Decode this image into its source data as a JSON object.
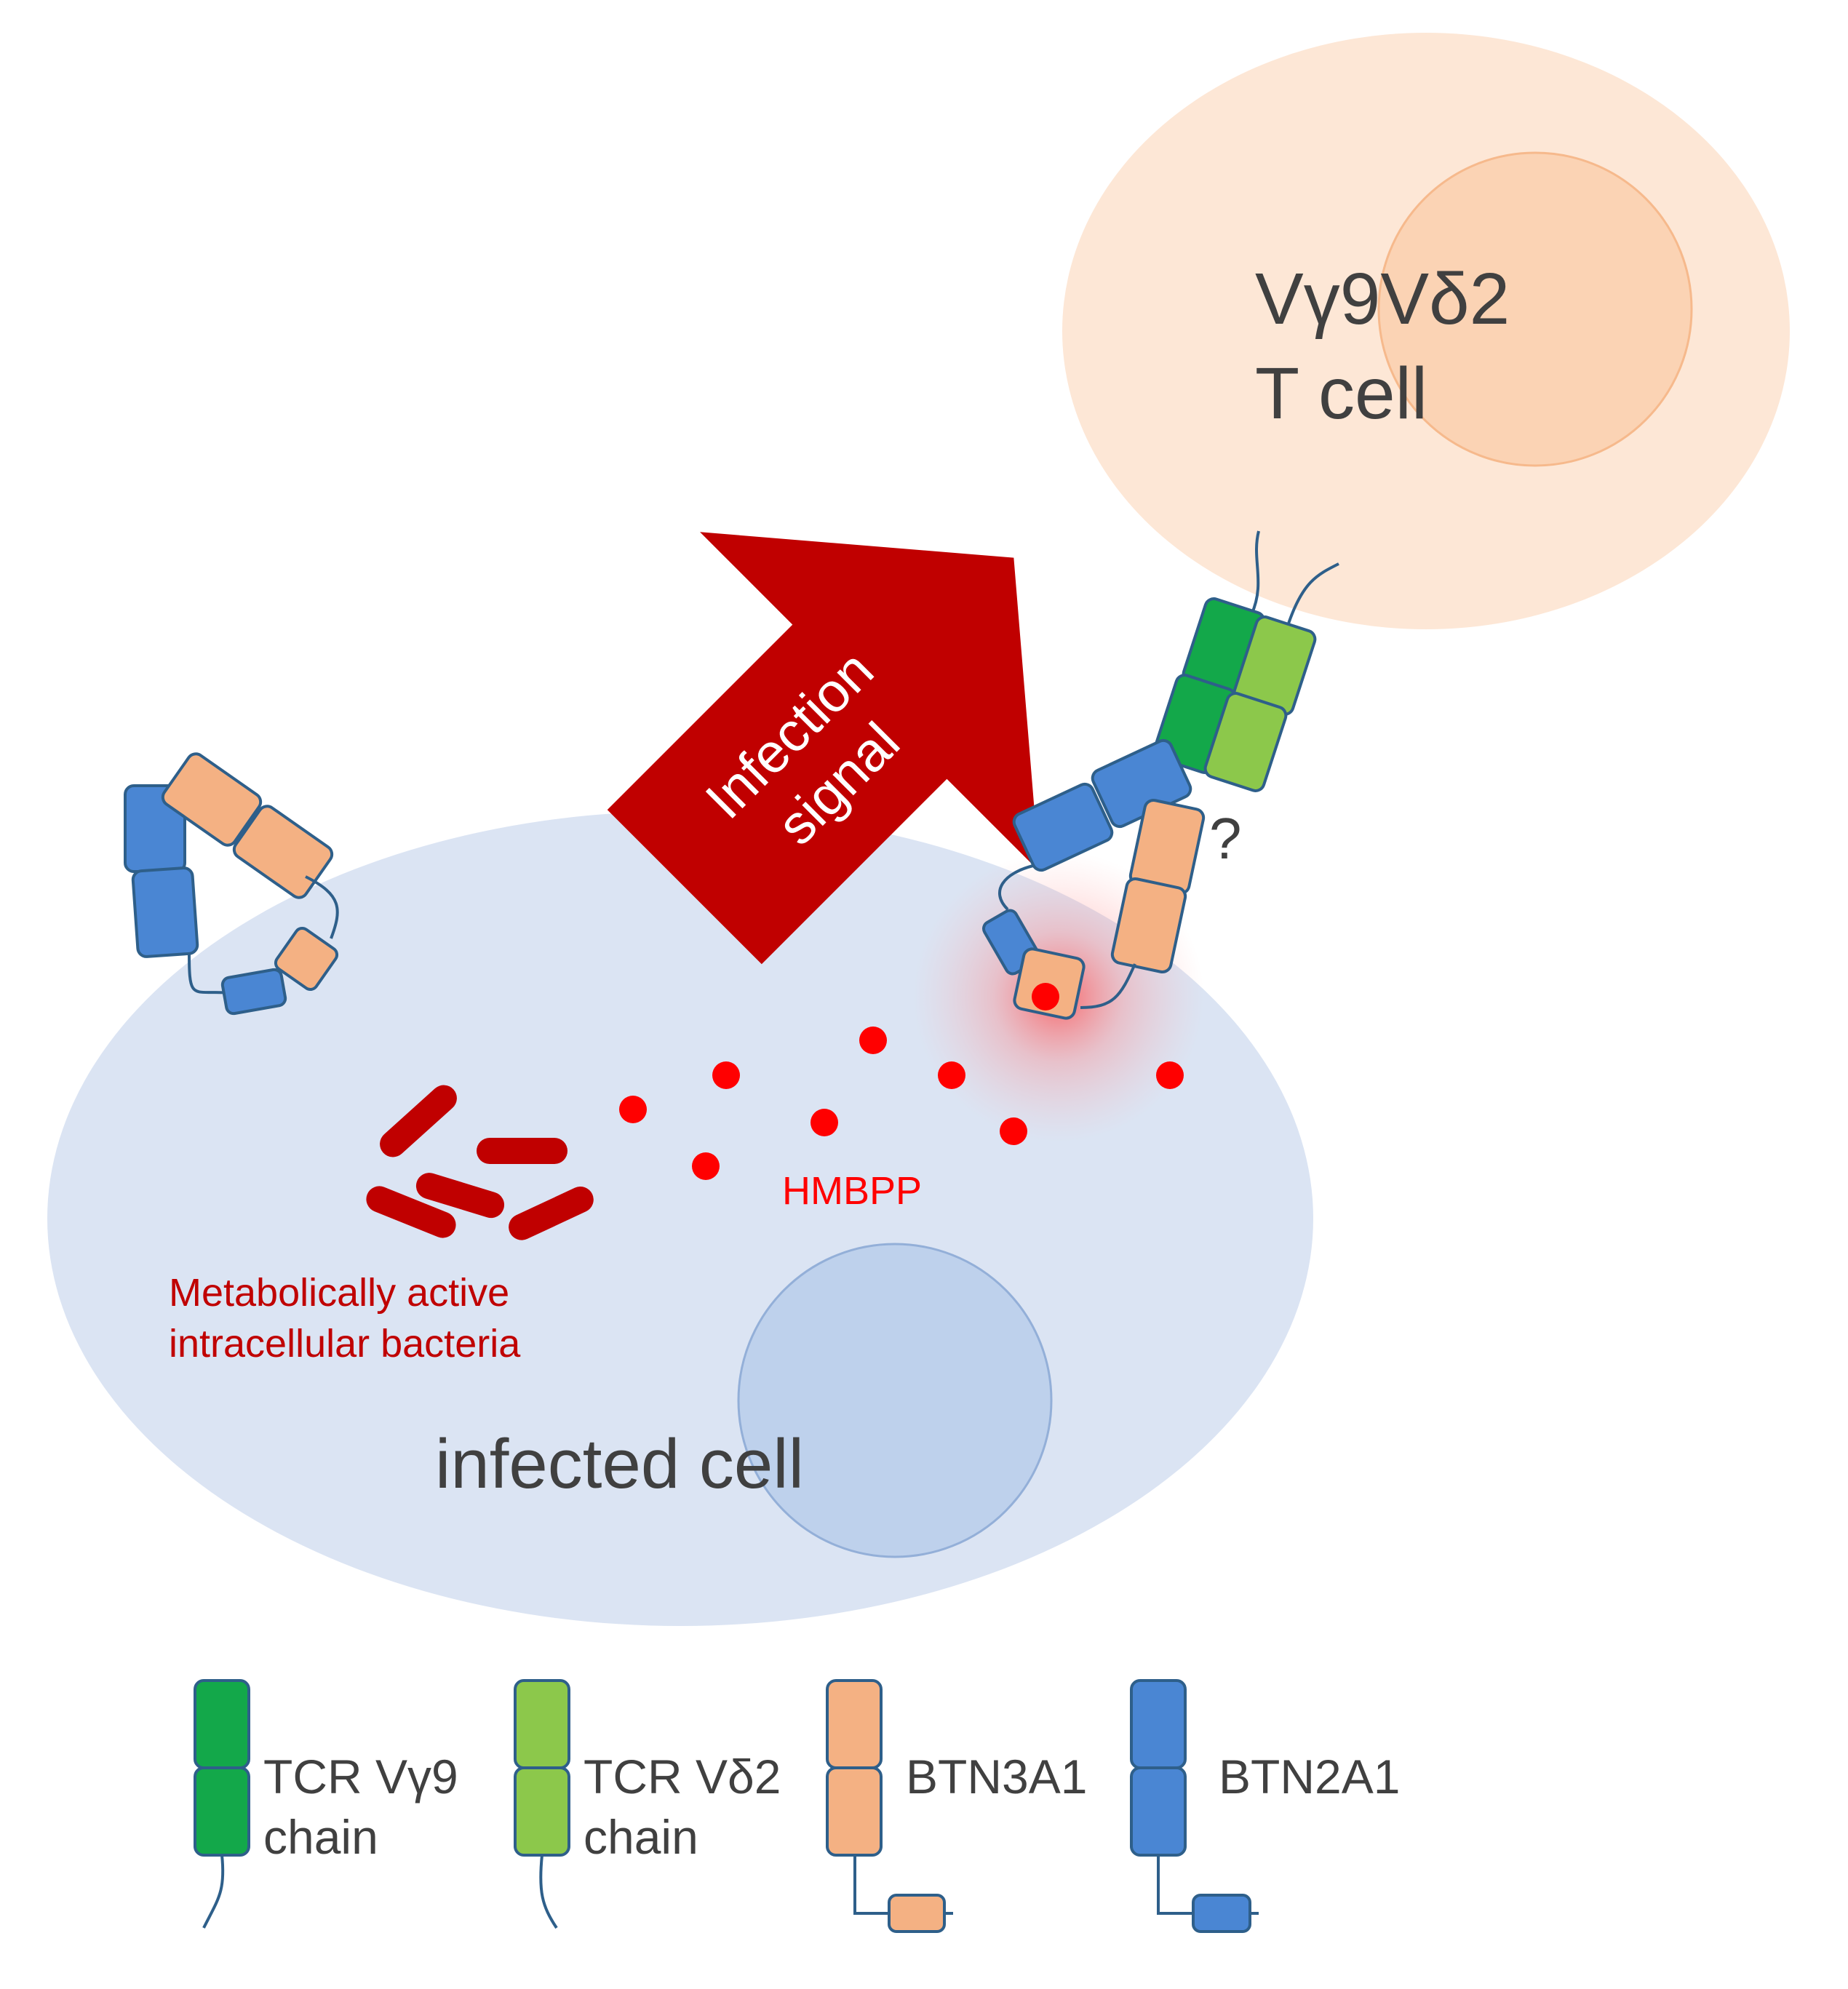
{
  "labels": {
    "t_cell_line1": "Vγ9Vδ2",
    "t_cell_line2": "T cell",
    "arrow_line1": "Infection",
    "arrow_line2": "signal",
    "question_mark": "?",
    "hmbpp": "HMBPP",
    "bacteria_line1": "Metabolically active",
    "bacteria_line2": "intracellular bacteria",
    "infected_cell": "infected cell"
  },
  "legend": [
    {
      "line1": "TCR Vγ9",
      "line2": "chain",
      "color": "#13a84a",
      "kind": "tcr"
    },
    {
      "line1": "TCR Vδ2",
      "line2": "chain",
      "color": "#8cc84b",
      "kind": "tcr"
    },
    {
      "line1": "BTN3A1",
      "line2": "",
      "color": "#f4b183",
      "kind": "btn"
    },
    {
      "line1": "BTN2A1",
      "line2": "",
      "color": "#4a86d3",
      "kind": "btn"
    }
  ],
  "colors": {
    "t_cell_outer": "#fde7d6",
    "t_cell_nucleus": "#fbd3b4",
    "infected_cell": "#dbe4f3",
    "infected_nucleus": "#bed1ec",
    "arrow": "#c00000",
    "bacteria": "#c00000",
    "hmbpp_dots": "#ff0000",
    "tcr_vg9": "#13a84a",
    "tcr_vd2": "#8cc84b",
    "btn3a1": "#f4b183",
    "btn2a1": "#4a86d3",
    "outline": "#2e5f8a"
  }
}
